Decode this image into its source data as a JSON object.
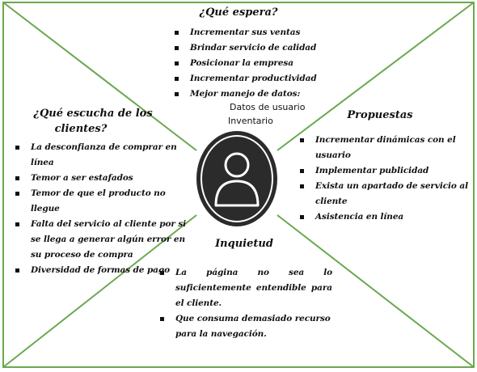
{
  "colors": {
    "border": "#6aa84f",
    "avatar": "#2b2b2b",
    "avatar_figure": "#ffffff",
    "text": "#111111"
  },
  "icons": {
    "center": "user-avatar-icon"
  },
  "top": {
    "title": "¿Qué espera?",
    "items": [
      "Incrementar sus ventas",
      "Brindar servicio de calidad",
      "Posicionar la empresa",
      "Incrementar productividad",
      "Mejor manejo de datos:"
    ],
    "subitems": [
      "Datos de usuario",
      "Inventario"
    ]
  },
  "left": {
    "title_line1": "¿Qué escucha de los",
    "title_line2": "clientes?",
    "items": [
      "La desconfianza de comprar en línea",
      "Temor a ser estafados",
      "Temor de que el producto no llegue",
      "Falta del servicio al cliente por si se llega a generar algún error en su proceso de compra",
      "Diversidad de formas de pago"
    ]
  },
  "right": {
    "title": "Propuestas",
    "items": [
      "Incrementar dinámicas con el usuario",
      "Implementar publicidad",
      "Exista un apartado de servicio al cliente",
      "Asistencia en línea"
    ]
  },
  "bottom": {
    "title": "Inquietud",
    "items": [
      "La página no sea lo suficientemente entendible para el cliente.",
      "Que consuma demasiado recurso para la navegación."
    ]
  }
}
